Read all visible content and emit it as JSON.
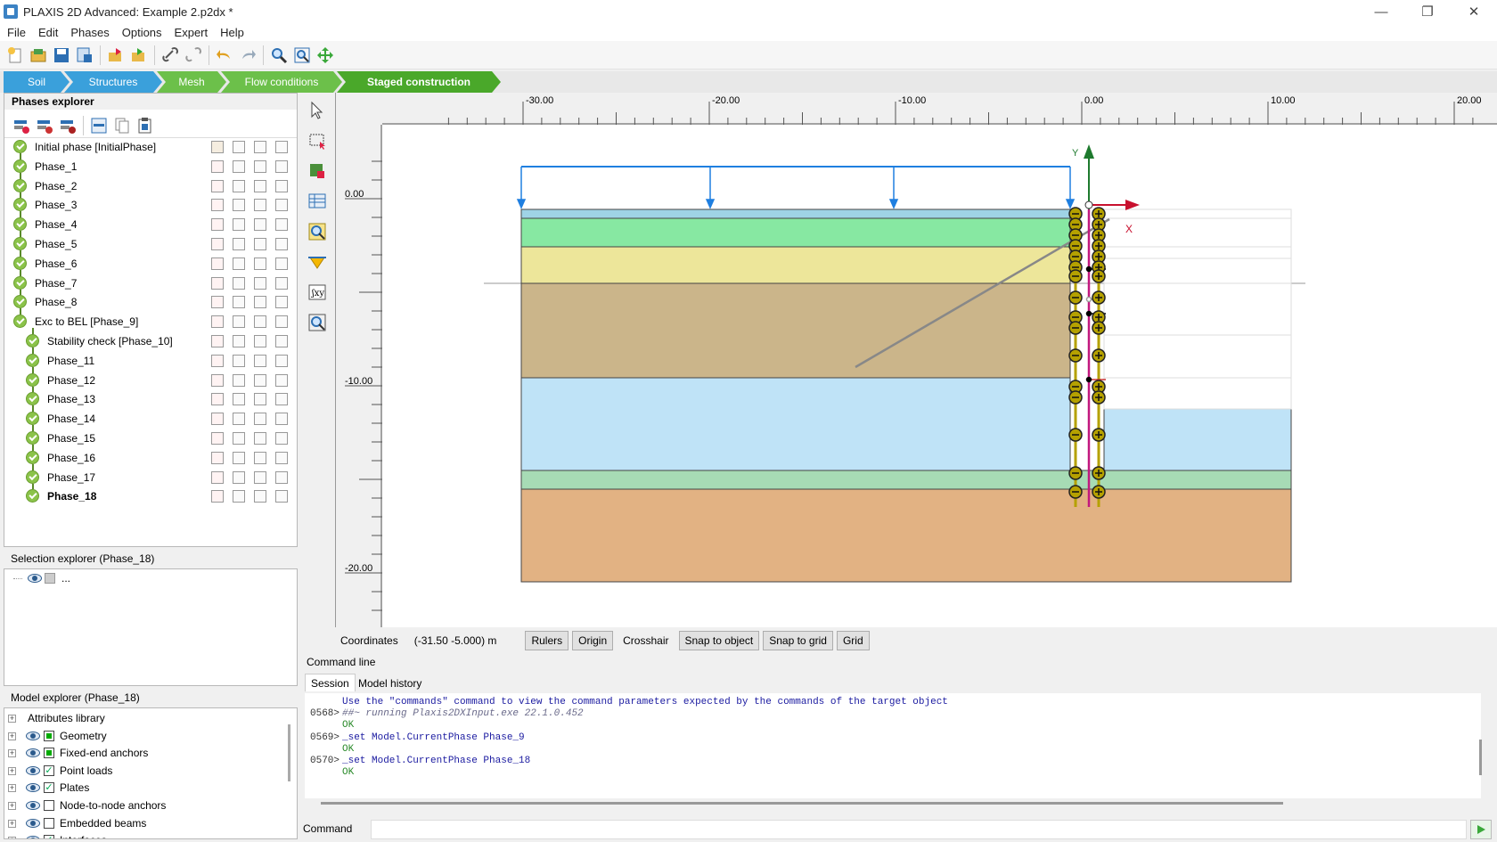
{
  "window": {
    "title": "PLAXIS 2D Advanced: Example 2.p2dx *",
    "minimize": "—",
    "restore": "❐",
    "close": "✕"
  },
  "menu": [
    "File",
    "Edit",
    "Phases",
    "Options",
    "Expert",
    "Help"
  ],
  "modes": [
    "Soil",
    "Structures",
    "Mesh",
    "Flow conditions",
    "Staged construction"
  ],
  "phases_explorer": {
    "title": "Phases explorer",
    "phases": [
      {
        "label": "Initial phase [InitialPhase]",
        "indent": 0,
        "bold": false
      },
      {
        "label": "Phase_1",
        "indent": 0,
        "bold": false
      },
      {
        "label": "Phase_2",
        "indent": 0,
        "bold": false
      },
      {
        "label": "Phase_3",
        "indent": 0,
        "bold": false
      },
      {
        "label": "Phase_4",
        "indent": 0,
        "bold": false
      },
      {
        "label": "Phase_5",
        "indent": 0,
        "bold": false
      },
      {
        "label": "Phase_6",
        "indent": 0,
        "bold": false
      },
      {
        "label": "Phase_7",
        "indent": 0,
        "bold": false
      },
      {
        "label": "Phase_8",
        "indent": 0,
        "bold": false
      },
      {
        "label": "Exc to BEL [Phase_9]",
        "indent": 0,
        "bold": false
      },
      {
        "label": "Stability check [Phase_10]",
        "indent": 1,
        "bold": false
      },
      {
        "label": "Phase_11",
        "indent": 1,
        "bold": false
      },
      {
        "label": "Phase_12",
        "indent": 1,
        "bold": false
      },
      {
        "label": "Phase_13",
        "indent": 1,
        "bold": false
      },
      {
        "label": "Phase_14",
        "indent": 1,
        "bold": false
      },
      {
        "label": "Phase_15",
        "indent": 1,
        "bold": false
      },
      {
        "label": "Phase_16",
        "indent": 1,
        "bold": false
      },
      {
        "label": "Phase_17",
        "indent": 1,
        "bold": false
      },
      {
        "label": "Phase_18",
        "indent": 1,
        "bold": true
      }
    ]
  },
  "selection_explorer": {
    "title": "Selection explorer (Phase_18)",
    "item": "..."
  },
  "model_explorer": {
    "title": "Model explorer (Phase_18)",
    "items": [
      {
        "label": "Attributes library",
        "eye": false,
        "box": "none"
      },
      {
        "label": "Geometry",
        "eye": true,
        "box": "filled"
      },
      {
        "label": "Fixed-end anchors",
        "eye": true,
        "box": "filled"
      },
      {
        "label": "Point loads",
        "eye": true,
        "box": "checked"
      },
      {
        "label": "Plates",
        "eye": true,
        "box": "checked"
      },
      {
        "label": "Node-to-node anchors",
        "eye": true,
        "box": "empty"
      },
      {
        "label": "Embedded beams",
        "eye": true,
        "box": "empty"
      },
      {
        "label": "Interfaces",
        "eye": true,
        "box": "checked"
      }
    ]
  },
  "rulers": {
    "x_ticks": [
      "-30.00",
      "-20.00",
      "-10.00",
      "0.00",
      "10.00",
      "20.00"
    ],
    "y_ticks": [
      "0.00",
      "-10.00",
      "-20.00"
    ]
  },
  "axes": {
    "x": "X",
    "y": "Y"
  },
  "statusbar": {
    "coordinates_label": "Coordinates",
    "coordinates_value": "(-31.50 -5.000) m",
    "buttons": [
      "Rulers",
      "Origin",
      "Crosshair",
      "Snap to object",
      "Snap to grid",
      "Grid"
    ]
  },
  "command_line": {
    "title": "Command line",
    "tabs": [
      "Session",
      "Model history"
    ],
    "lines": [
      {
        "num": "",
        "text": "Use the \"commands\" command to view the command parameters expected by the commands of the target object",
        "kind": "info"
      },
      {
        "num": "0568>",
        "text": "##~ running Plaxis2DXInput.exe 22.1.0.452",
        "kind": "comment"
      },
      {
        "num": "",
        "text": "OK",
        "kind": "ok"
      },
      {
        "num": "0569>",
        "text": "_set Model.CurrentPhase Phase_9",
        "kind": "cmd"
      },
      {
        "num": "",
        "text": "OK",
        "kind": "ok"
      },
      {
        "num": "0570>",
        "text": "_set Model.CurrentPhase Phase_18",
        "kind": "cmd"
      },
      {
        "num": "",
        "text": "OK",
        "kind": "ok"
      }
    ],
    "input_label": "Command",
    "run_icon": "play-icon"
  },
  "colors": {
    "mode_soil": "#3aa0db",
    "mode_structures": "#3aa0db",
    "mode_mesh": "#6cc04a",
    "mode_flow": "#6cc04a",
    "mode_staged": "#4aa82a",
    "layer_top_blue": "#9fd3e6",
    "layer_green": "#87e8a2",
    "layer_yellow": "#ede69a",
    "layer_brown": "#cbb58a",
    "layer_lightblue": "#bfe3f7",
    "layer_thin_green": "#a7dbb5",
    "layer_orange": "#e2b283",
    "load_blue": "#1f7fe0",
    "wall_olive": "#b5a100",
    "wall_magenta": "#c2187e"
  }
}
